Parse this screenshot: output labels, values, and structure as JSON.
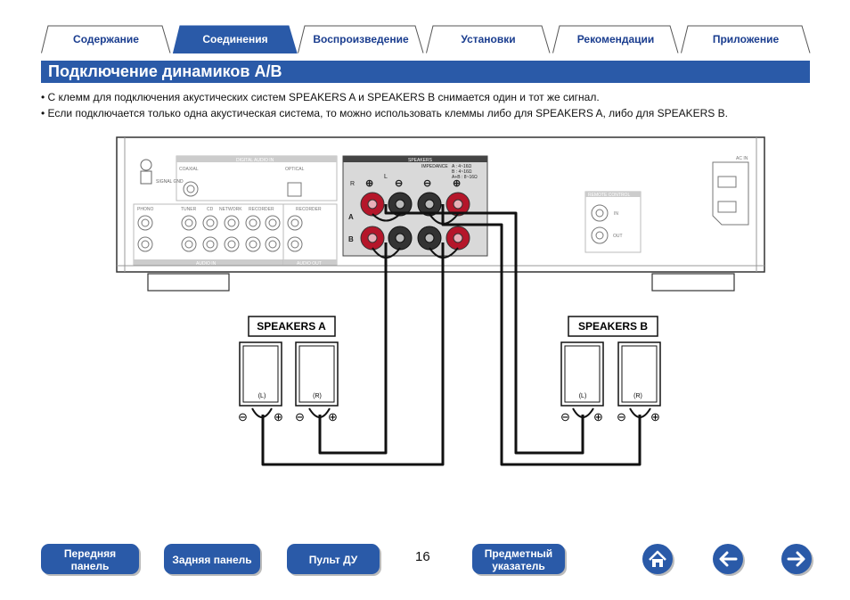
{
  "tabs": [
    {
      "label": "Содержание"
    },
    {
      "label": "Соединения",
      "active": true
    },
    {
      "label": "Воспроизведение"
    },
    {
      "label": "Установки"
    },
    {
      "label": "Рекомендации"
    },
    {
      "label": "Приложение"
    }
  ],
  "page_title": "Подключение динамиков A/B",
  "bullets": [
    "С клемм для подключения акустических систем SPEAKERS A и SPEAKERS B снимается один и тот же сигнал.",
    "Если подключается только одна акустическая система, то можно использовать клеммы либо для SPEAKERS A, либо для SPEAKERS B."
  ],
  "diagram": {
    "speakers_a_label": "SPEAKERS A",
    "speakers_b_label": "SPEAKERS B",
    "speaker_left": "(L)",
    "speaker_right": "(R)",
    "panel": {
      "signal_gnd": "SIGNAL GND",
      "digital_audio_in": "DIGITAL AUDIO IN",
      "coaxial": "COAXIAL",
      "optical": "OPTICAL",
      "phono": "PHONO",
      "tuner": "TUNER",
      "cd": "CD",
      "network": "NETWORK",
      "recorder": "RECORDER",
      "audio_in": "AUDIO IN",
      "audio_out": "AUDIO OUT",
      "speakers": "SPEAKERS",
      "impedance": "IMPEDANCE",
      "imp_a": "A : 4~16Ω",
      "imp_b": "B : 4~16Ω",
      "imp_ab": "A+B : 8~16Ω",
      "remote_control": "REMOTE CONTROL",
      "in": "IN",
      "out": "OUT",
      "ac_in": "AC IN",
      "l": "L",
      "r": "R",
      "a": "A",
      "b": "B"
    }
  },
  "page_number": "16",
  "bottom_nav": {
    "front_panel": [
      "Передняя",
      "панель"
    ],
    "rear_panel": "Задняя панель",
    "remote": "Пульт ДУ",
    "index": [
      "Предметный",
      "указатель"
    ]
  },
  "icons": {
    "home": "home-icon",
    "back": "arrow-left-icon",
    "forward": "arrow-right-icon"
  },
  "colors": {
    "accent": "#2a5aa8",
    "tab_text": "#1a3d8f",
    "terminal_red": "#b5162a"
  }
}
